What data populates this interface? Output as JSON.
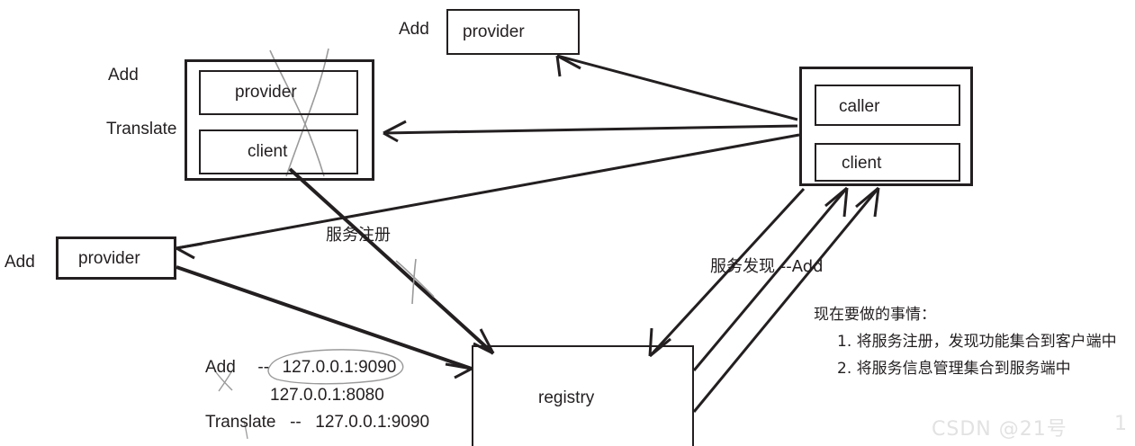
{
  "diagram": {
    "title": "RPC service registry architecture sketch",
    "nodes": {
      "top_provider": {
        "label": "provider",
        "side_label": "Add"
      },
      "left_service": {
        "outer_label": "",
        "provider": "provider",
        "client": "client",
        "side_label_add": "Add",
        "side_label_translate": "Translate"
      },
      "right_caller": {
        "caller": "caller",
        "client": "client"
      },
      "bottom_provider": {
        "label": "provider",
        "side_label": "Add"
      },
      "registry": {
        "label": "registry"
      }
    },
    "edge_labels": {
      "service_register": "服务注册",
      "service_discover": "服务发现 --Add"
    },
    "registry_table": {
      "rows": [
        {
          "name": "Add",
          "sep": "--",
          "value": "127.0.0.1:9090",
          "circled": true
        },
        {
          "name": "",
          "sep": "",
          "value": "127.0.0.1:8080",
          "circled": false
        },
        {
          "name": "Translate",
          "sep": "--",
          "value": "127.0.0.1:9090",
          "circled": false
        }
      ]
    },
    "notes": {
      "heading": "现在要做的事情：",
      "items": [
        "1. 将服务注册，发现功能集合到客户端中",
        "2. 将服务信息管理集合到服务端中"
      ]
    },
    "watermark": {
      "text": "CSDN @21号",
      "page": "1"
    },
    "colors": {
      "stroke": "#231f20",
      "text": "#231f20",
      "background": "#ffffff",
      "watermark": "#e2e2e2",
      "pen_annotation": "#9a9a9a"
    }
  }
}
